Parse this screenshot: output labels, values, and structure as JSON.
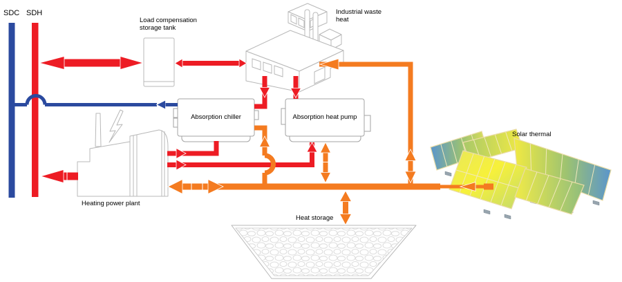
{
  "labels": {
    "sdc": "SDC",
    "sdh": "SDH",
    "storage_tank": "Load compensation storage tank",
    "industrial_waste_heat": "Industrial waste heat",
    "absorption_chiller": "Absorption chiller",
    "absorption_heat_pump": "Absorption heat pump",
    "heating_power_plant": "Heating power plant",
    "solar_thermal": "Solar thermal",
    "heat_storage": "Heat storage"
  },
  "colors": {
    "district_cooling_blue": "#2b4a9f",
    "district_heating_red": "#ed1c24",
    "solar_storage_orange": "#f47b20",
    "outline_gray": "#b8b8b8"
  }
}
